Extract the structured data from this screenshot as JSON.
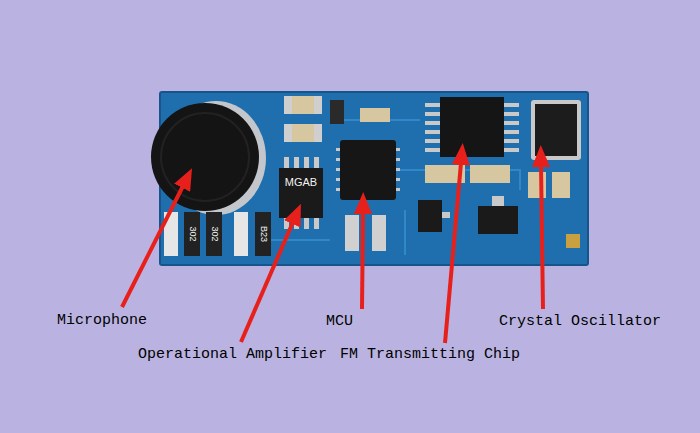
{
  "diagram": {
    "labels": [
      "Microphone",
      "Operational Amplifier",
      "MCU",
      "FM Transmitting Chip",
      "Crystal Oscillator",
      "MGAB",
      "302",
      "302",
      "B23"
    ]
  }
}
